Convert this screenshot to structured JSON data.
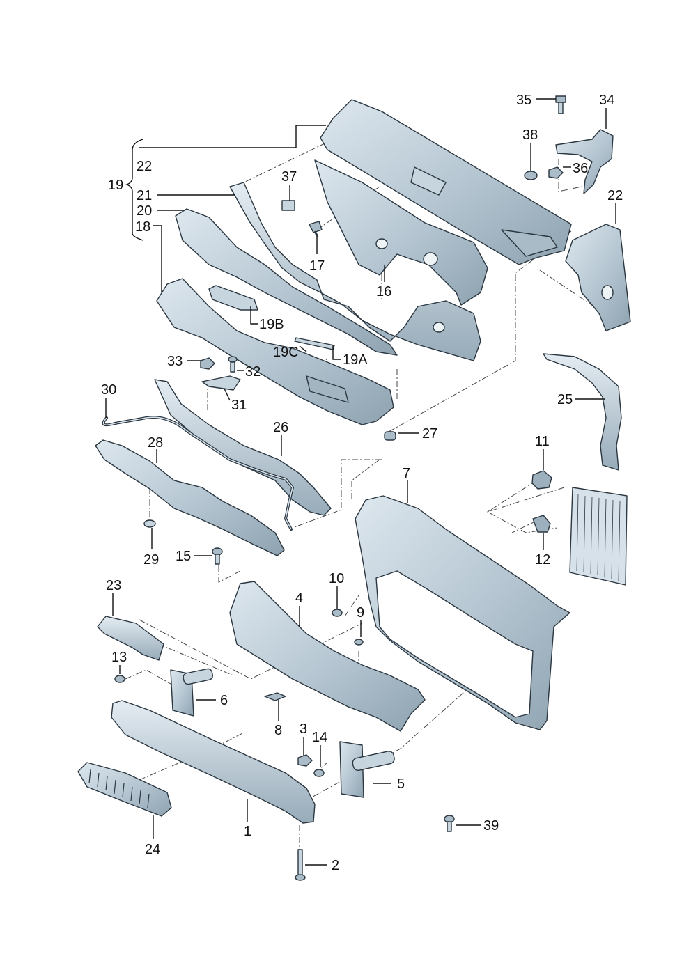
{
  "diagram": {
    "callouts": [
      {
        "id": "c35",
        "text": "35"
      },
      {
        "id": "c34",
        "text": "34"
      },
      {
        "id": "c38",
        "text": "38"
      },
      {
        "id": "c36",
        "text": "36"
      },
      {
        "id": "c22a",
        "text": "22"
      },
      {
        "id": "c19",
        "text": "19"
      },
      {
        "id": "c21",
        "text": "21"
      },
      {
        "id": "c20",
        "text": "20"
      },
      {
        "id": "c18",
        "text": "18"
      },
      {
        "id": "c37",
        "text": "37"
      },
      {
        "id": "c17",
        "text": "17"
      },
      {
        "id": "c16",
        "text": "16"
      },
      {
        "id": "c22b",
        "text": "22"
      },
      {
        "id": "c19b",
        "text": "19B"
      },
      {
        "id": "c19c",
        "text": "19C"
      },
      {
        "id": "c19a",
        "text": "19A"
      },
      {
        "id": "c33",
        "text": "33"
      },
      {
        "id": "c32",
        "text": "32"
      },
      {
        "id": "c31",
        "text": "31"
      },
      {
        "id": "c30",
        "text": "30"
      },
      {
        "id": "c25",
        "text": "25"
      },
      {
        "id": "c27",
        "text": "27"
      },
      {
        "id": "c26",
        "text": "26"
      },
      {
        "id": "c28",
        "text": "28"
      },
      {
        "id": "c11",
        "text": "11"
      },
      {
        "id": "c7",
        "text": "7"
      },
      {
        "id": "c12",
        "text": "12"
      },
      {
        "id": "c29",
        "text": "29"
      },
      {
        "id": "c15",
        "text": "15"
      },
      {
        "id": "c10",
        "text": "10"
      },
      {
        "id": "c23",
        "text": "23"
      },
      {
        "id": "c4",
        "text": "4"
      },
      {
        "id": "c9",
        "text": "9"
      },
      {
        "id": "c13",
        "text": "13"
      },
      {
        "id": "c6",
        "text": "6"
      },
      {
        "id": "c8",
        "text": "8"
      },
      {
        "id": "c3",
        "text": "3"
      },
      {
        "id": "c14",
        "text": "14"
      },
      {
        "id": "c5",
        "text": "5"
      },
      {
        "id": "c39",
        "text": "39"
      },
      {
        "id": "c1",
        "text": "1"
      },
      {
        "id": "c24",
        "text": "24"
      },
      {
        "id": "c2",
        "text": "2"
      }
    ],
    "colors": {
      "part_fill": "#b8c8d4",
      "part_light": "#d6e1e9",
      "part_dark": "#8ea2b0",
      "outline": "#2a3640",
      "line": "#111111"
    }
  }
}
